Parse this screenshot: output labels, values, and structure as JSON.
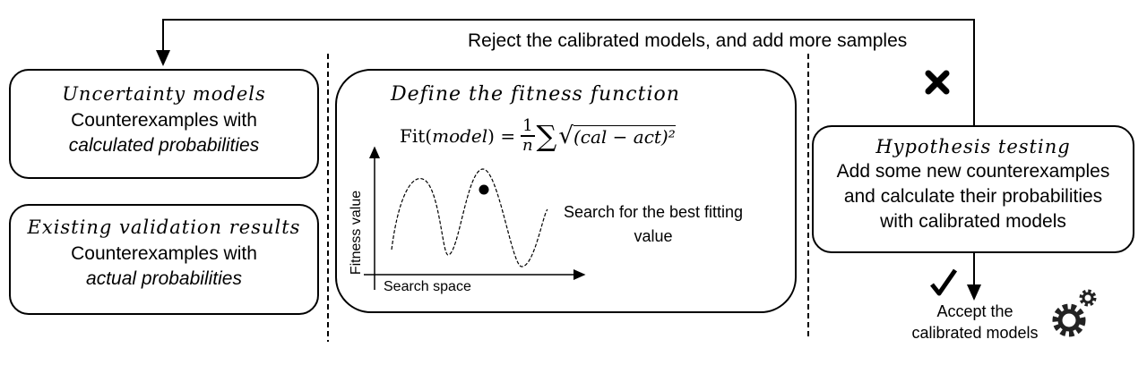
{
  "feedback": {
    "label": "Reject the calibrated models, and add more samples"
  },
  "uncertainty_models": {
    "title": "Uncertainty models",
    "line1": "Counterexamples with",
    "line2": "calculated probabilities"
  },
  "validation_results": {
    "title": "Existing validation results",
    "line1": "Counterexamples with",
    "line2": "actual probabilities"
  },
  "fitness": {
    "title": "Define the fitness function",
    "formula_lhs": "Fit(",
    "formula_var": "model",
    "formula_eq": ") =",
    "formula_num": "1",
    "formula_den": "n",
    "formula_sum": "∑",
    "formula_root": "(cal − act)²",
    "y_axis_label": "Fitness value",
    "x_axis_label": "Search space",
    "annotation_line1": "Search for the best fitting",
    "annotation_line2": "value"
  },
  "hypothesis": {
    "title": "Hypothesis testing",
    "line1": "Add some new counterexamples",
    "line2": "and calculate their probabilities",
    "line3": "with calibrated models"
  },
  "accept": {
    "line1": "Accept the",
    "line2": "calibrated models"
  },
  "icons": {
    "reject": "cross-icon",
    "accept": "check-icon",
    "models": "gears-icon"
  }
}
